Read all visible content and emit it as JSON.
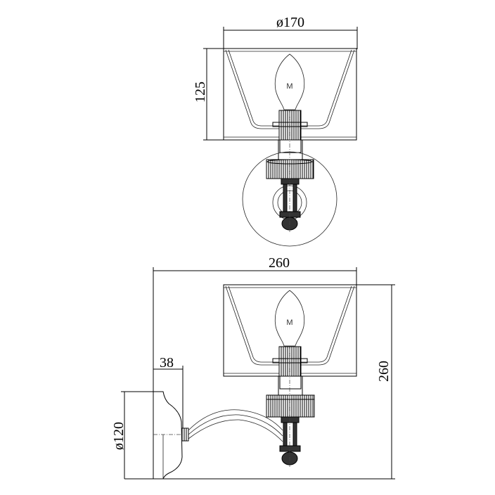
{
  "title": "Wall lamp dimension drawing",
  "front_view": {
    "shade_diameter": "ø170",
    "shade_height": "125",
    "bulb_mark": "M"
  },
  "side_view": {
    "total_width": "260",
    "total_height": "260",
    "backplate_depth": "38",
    "backplate_diameter": "ø120",
    "bulb_mark": "M"
  }
}
